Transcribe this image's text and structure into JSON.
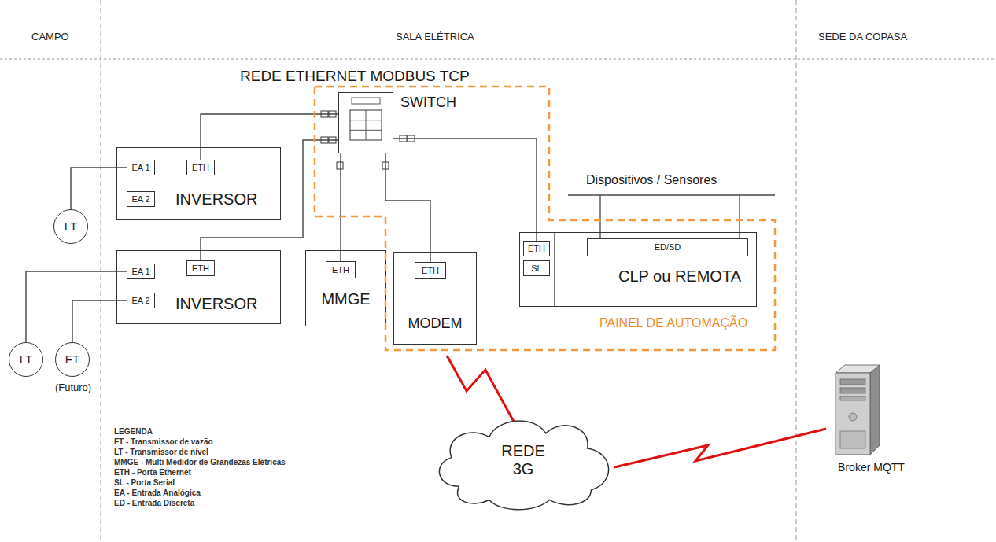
{
  "diagram": {
    "nodes": [
      {
        "text": [
          "INVERSOR"
        ]
      },
      {
        "text": [
          "EA 1"
        ],
        "in": 0
      },
      {
        "text": [
          "EA 2"
        ],
        "in": 0
      },
      {
        "text": [
          "ETH"
        ],
        "in": 0
      },
      {
        "text": [
          "INVERSOR"
        ]
      },
      {
        "text": [
          "EA 1"
        ],
        "in": 4
      },
      {
        "text": [
          "EA 2"
        ],
        "in": 4
      },
      {
        "text": [
          "ETH"
        ],
        "in": 4
      },
      {
        "text": [
          "MMGE"
        ]
      },
      {
        "text": [
          "ETH"
        ],
        "in": 8
      },
      {
        "text": [
          "PAINEL DE AUTOMAÇÃO"
        ]
      },
      {
        "text": [
          "SWITCH"
        ],
        "in": 10
      },
      {
        "text": [
          "MODEM"
        ],
        "in": 10
      },
      {
        "text": [
          "ETH"
        ],
        "in": 12
      },
      {
        "text": [
          "CLP ou REMOTA"
        ],
        "in": 10
      },
      {
        "text": [
          "ETH"
        ],
        "in": 14
      },
      {
        "text": [
          "SL"
        ],
        "in": 14
      },
      {
        "text": [
          "ED/SD"
        ],
        "in": 14
      },
      {
        "text": [
          "LT"
        ]
      },
      {
        "text": [
          "LT"
        ]
      },
      {
        "text": [
          "FT",
          "(Futuro)"
        ]
      },
      {
        "text": [
          "REDE 3G"
        ]
      },
      {
        "text": [
          "Broker MQTT"
        ]
      }
    ],
    "edges": [
      {
        "from": 3,
        "to": 11,
        "arrow": "none"
      },
      {
        "from": 7,
        "to": 11,
        "arrow": "none"
      },
      {
        "from": 9,
        "to": 11,
        "arrow": "none"
      },
      {
        "from": 13,
        "to": 11,
        "arrow": "none"
      },
      {
        "from": 15,
        "to": 11,
        "arrow": "none"
      },
      {
        "from": 18,
        "to": 1,
        "arrow": "none"
      },
      {
        "from": 19,
        "to": 5,
        "arrow": "none"
      },
      {
        "from": 20,
        "to": 6,
        "arrow": "none"
      },
      {
        "from": 12,
        "to": 21,
        "arrow": "none"
      },
      {
        "from": 21,
        "to": 22,
        "arrow": "none"
      }
    ],
    "labels": [
      "CAMPO",
      "SALA ELÉTRICA",
      "SEDE DA COPASA",
      "REDE ETHERNET MODBUS TCP",
      "Dispositivos / Sensores",
      "LEGENDA",
      "FT - Transmissor de vazão",
      "LT - Transmissor de nível",
      "MMGE - Multi Medidor de Grandezas Elétricas",
      "ETH - Porta Ethernet",
      "SL - Porta Serial",
      "EA - Entrada Analógica",
      "ED - Entrada Discreta"
    ]
  }
}
